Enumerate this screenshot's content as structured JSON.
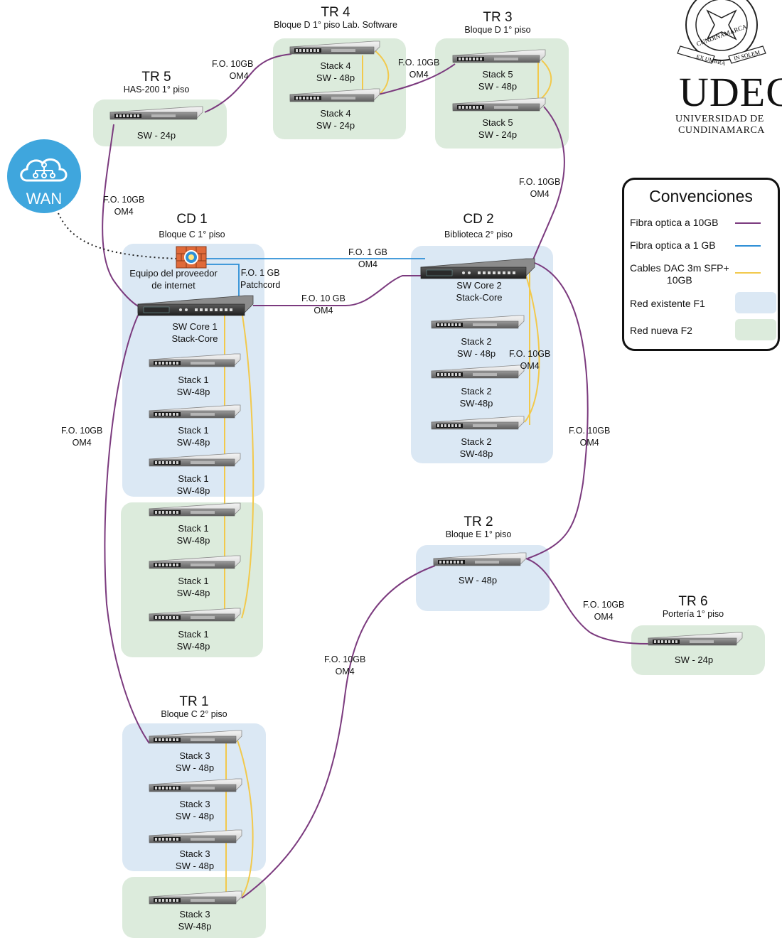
{
  "colors": {
    "fiber_10g": "#7b3a7e",
    "fiber_1g": "#2e8fd6",
    "dac": "#f2c94c",
    "zone_existing": "#dbe8f4",
    "zone_new": "#dcebdc",
    "wan": "#3fa6dd",
    "firewall": "#e06a3a"
  },
  "wan": {
    "label": "WAN",
    "icon": "cloud-network-icon"
  },
  "sites": {
    "tr4": {
      "title": "TR 4",
      "subtitle": "Bloque D 1° piso Lab. Software"
    },
    "tr3": {
      "title": "TR 3",
      "subtitle": "Bloque D 1° piso"
    },
    "tr5": {
      "title": "TR 5",
      "subtitle": "HAS-200 1° piso"
    },
    "cd1": {
      "title": "CD 1",
      "subtitle": "Bloque C 1° piso"
    },
    "cd2": {
      "title": "CD 2",
      "subtitle": "Biblioteca 2° piso"
    },
    "tr2": {
      "title": "TR 2",
      "subtitle": "Bloque E 1° piso"
    },
    "tr6": {
      "title": "TR 6",
      "subtitle": "Portería 1° piso"
    },
    "tr1": {
      "title": "TR 1",
      "subtitle": "Bloque C 2° piso"
    }
  },
  "switches": {
    "tr4_a": {
      "l1": "Stack 4",
      "l2": "SW - 48p"
    },
    "tr4_b": {
      "l1": "Stack 4",
      "l2": "SW - 24p"
    },
    "tr3_a": {
      "l1": "Stack 5",
      "l2": "SW - 48p"
    },
    "tr3_b": {
      "l1": "Stack 5",
      "l2": "SW - 24p"
    },
    "tr5_a": {
      "l1": "SW - 24p"
    },
    "core1": {
      "l1": "SW Core 1",
      "l2": "Stack-Core"
    },
    "cd1_1": {
      "l1": "Stack 1",
      "l2": "SW-48p"
    },
    "cd1_2": {
      "l1": "Stack 1",
      "l2": "SW-48p"
    },
    "cd1_3": {
      "l1": "Stack 1",
      "l2": "SW-48p"
    },
    "cd1_4": {
      "l1": "Stack 1",
      "l2": "SW-48p"
    },
    "cd1_5": {
      "l1": "Stack 1",
      "l2": "SW-48p"
    },
    "cd1_6": {
      "l1": "Stack 1",
      "l2": "SW-48p"
    },
    "core2": {
      "l1": "SW Core 2",
      "l2": "Stack-Core"
    },
    "cd2_1": {
      "l1": "Stack  2",
      "l2": "SW - 48p"
    },
    "cd2_2": {
      "l1": "Stack  2",
      "l2": "SW-48p"
    },
    "cd2_3": {
      "l1": "Stack  2",
      "l2": "SW-48p"
    },
    "tr2_a": {
      "l1": "SW - 48p"
    },
    "tr6_a": {
      "l1": "SW - 24p"
    },
    "tr1_1": {
      "l1": "Stack 3",
      "l2": "SW - 48p"
    },
    "tr1_2": {
      "l1": "Stack 3",
      "l2": "SW - 48p"
    },
    "tr1_3": {
      "l1": "Stack 3",
      "l2": "SW - 48p"
    },
    "tr1_4": {
      "l1": "Stack 3",
      "l2": "SW-48p"
    }
  },
  "isp": {
    "l1": "Equipo del proveedor",
    "l2": "de internet",
    "icon": "firewall-icon"
  },
  "cable_labels": {
    "tr5_tr4": {
      "l1": "F.O. 10GB",
      "l2": "OM4"
    },
    "tr4_tr3": {
      "l1": "F.O. 10GB",
      "l2": "OM4"
    },
    "tr3_cd2": {
      "l1": "F.O. 10GB",
      "l2": "OM4"
    },
    "tr5_cd1": {
      "l1": "F.O. 10GB",
      "l2": "OM4"
    },
    "isp_cd2": {
      "l1": "F.O. 1 GB",
      "l2": "OM4"
    },
    "isp_core1": {
      "l1": "F.O. 1 GB",
      "l2": "Patchcord"
    },
    "core1_core2": {
      "l1": "F.O. 10 GB",
      "l2": "OM4"
    },
    "cd2_stack": {
      "l1": "F.O. 10GB",
      "l2": "OM4"
    },
    "cd1_tr1": {
      "l1": "F.O. 10GB",
      "l2": "OM4"
    },
    "cd2_tr2": {
      "l1": "F.O. 10GB",
      "l2": "OM4"
    },
    "tr2_tr6": {
      "l1": "F.O. 10GB",
      "l2": "OM4"
    },
    "tr2_tr1": {
      "l1": "F.O. 10GB",
      "l2": "OM4"
    }
  },
  "legend": {
    "title": "Convenciones",
    "fiber10": "Fibra optica a 10GB",
    "fiber1": "Fibra optica a 1 GB",
    "dac_l1": "Cables DAC 3m SFP+",
    "dac_l2": "10GB",
    "existing": "Red existente F1",
    "new": "Red nueva F2"
  },
  "logo": {
    "seal_top": "CUNDINAMARCA",
    "ribbon_left": "EX UMBRA",
    "ribbon_right": "IN SOLEM",
    "brand": "UDEC",
    "name_l1": "UNIVERSIDAD DE",
    "name_l2": "CUNDINAMARCA"
  }
}
